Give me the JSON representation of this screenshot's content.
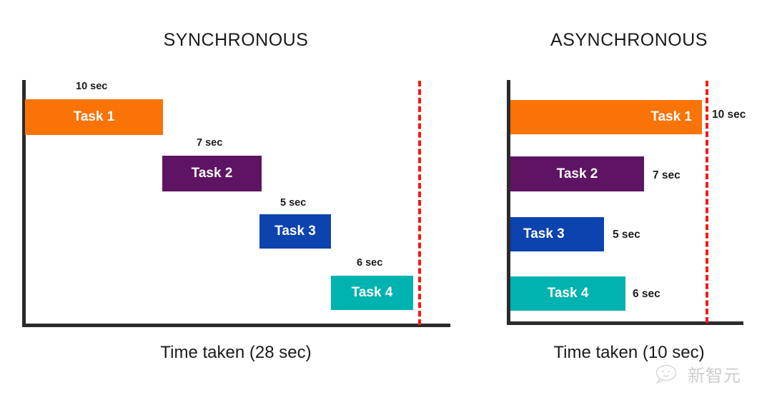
{
  "panels": [
    {
      "id": "synchronous",
      "title": "SYNCHRONOUS",
      "caption": "Time taken (28 sec)",
      "tasks": [
        {
          "label": "Task 1",
          "duration": "10 sec",
          "color": "#F97306"
        },
        {
          "label": "Task 2",
          "duration": "7 sec",
          "color": "#5E1462"
        },
        {
          "label": "Task 3",
          "duration": "5 sec",
          "color": "#0C43AE"
        },
        {
          "label": "Task 4",
          "duration": "6 sec",
          "color": "#00B3B0"
        }
      ]
    },
    {
      "id": "asynchronous",
      "title": "ASYNCHRONOUS",
      "caption": "Time taken (10 sec)",
      "tasks": [
        {
          "label": "Task 1",
          "duration": "10 sec",
          "color": "#F97306"
        },
        {
          "label": "Task 2",
          "duration": "7 sec",
          "color": "#5E1462"
        },
        {
          "label": "Task 3",
          "duration": "5 sec",
          "color": "#0C43AE"
        },
        {
          "label": "Task 4",
          "duration": "6 sec",
          "color": "#00B3B0"
        }
      ]
    }
  ],
  "watermark": {
    "text": "新智元",
    "icon": "wechat-bubble-icon"
  },
  "colors": {
    "axis": "#2B2B2B",
    "deadline": "#FB1414",
    "text": "#1A1A1A",
    "bar_label": "#FFFFFF",
    "background": "#FFFFFF"
  },
  "chart_data": {
    "type": "bar",
    "title": "Synchronous vs Asynchronous task execution timeline",
    "orientation": "horizontal",
    "xlabel": "Time taken",
    "ylabel": "",
    "grid": false,
    "legend": null,
    "units": "seconds",
    "categories": [
      "Task 1",
      "Task 2",
      "Task 3",
      "Task 4"
    ],
    "values": [
      10,
      7,
      5,
      6
    ],
    "series": [
      {
        "name": "SYNCHRONOUS",
        "mode": "sequential",
        "total": 28,
        "total_label": "Time taken (28 sec)",
        "deadline_marker_sec": 28,
        "bars": [
          {
            "task": "Task 1",
            "start": 0,
            "duration": 10,
            "end": 10,
            "label": "10 sec",
            "color": "#F97306"
          },
          {
            "task": "Task 2",
            "start": 10,
            "duration": 7,
            "end": 17,
            "label": "7 sec",
            "color": "#5E1462"
          },
          {
            "task": "Task 3",
            "start": 17,
            "duration": 5,
            "end": 22,
            "label": "5 sec",
            "color": "#0C43AE"
          },
          {
            "task": "Task 4",
            "start": 22,
            "duration": 6,
            "end": 28,
            "label": "6 sec",
            "color": "#00B3B0"
          }
        ]
      },
      {
        "name": "ASYNCHRONOUS",
        "mode": "concurrent",
        "total": 10,
        "total_label": "Time taken (10 sec)",
        "deadline_marker_sec": 10,
        "bars": [
          {
            "task": "Task 1",
            "start": 0,
            "duration": 10,
            "end": 10,
            "label": "10 sec",
            "color": "#F97306"
          },
          {
            "task": "Task 2",
            "start": 0,
            "duration": 7,
            "end": 7,
            "label": "7 sec",
            "color": "#5E1462"
          },
          {
            "task": "Task 3",
            "start": 0,
            "duration": 5,
            "end": 5,
            "label": "5 sec",
            "color": "#0C43AE"
          },
          {
            "task": "Task 4",
            "start": 0,
            "duration": 6,
            "end": 6,
            "label": "6 sec",
            "color": "#00B3B0"
          }
        ]
      }
    ]
  }
}
